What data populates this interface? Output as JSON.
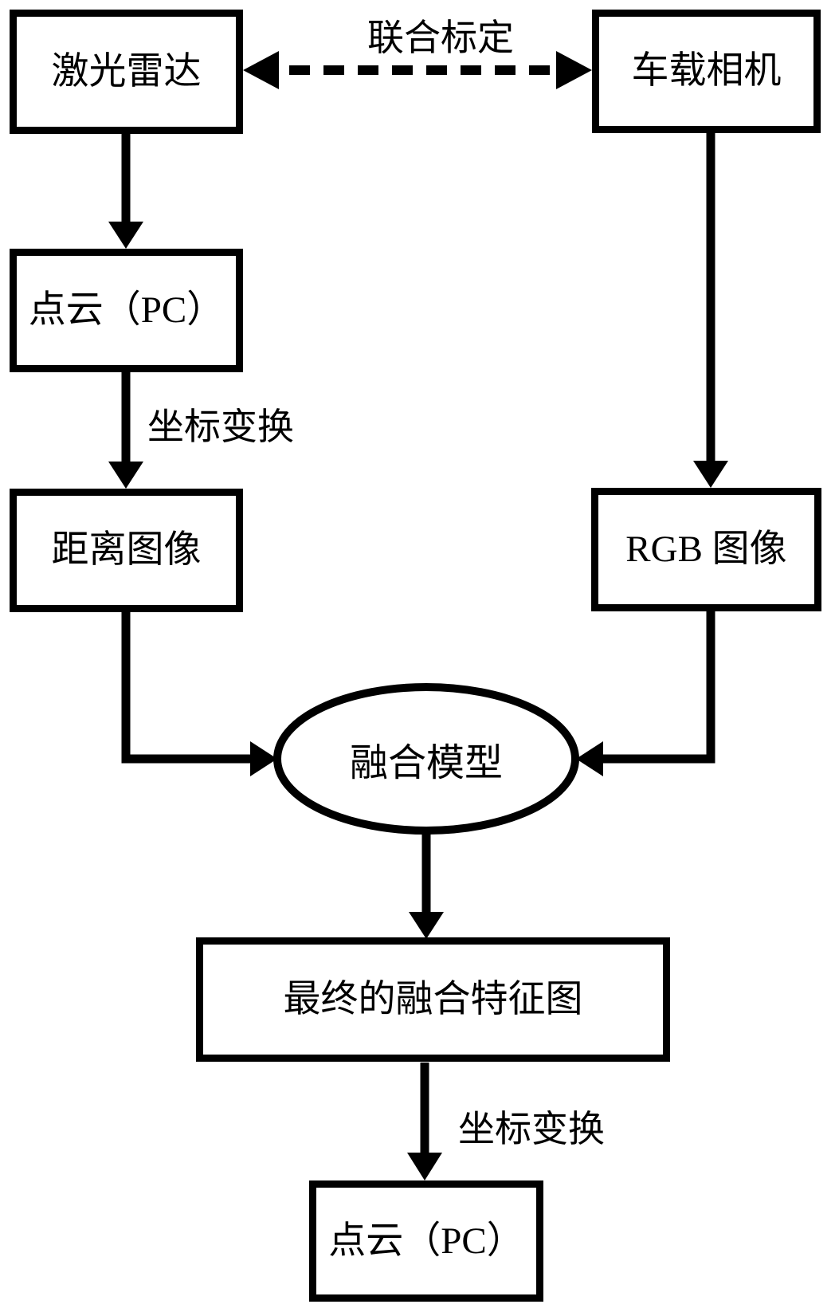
{
  "diagram": {
    "background_color": "#ffffff",
    "stroke_color": "#000000",
    "nodes": {
      "lidar": "激光雷达",
      "camera": "车载相机",
      "point_cloud_top": "点云（PC）",
      "range_image": "距离图像",
      "rgb_image": "RGB 图像",
      "fusion_model": "融合模型",
      "final_fused_feature_map": "最终的融合特征图",
      "point_cloud_bottom": "点云（PC）"
    },
    "edge_labels": {
      "joint_calibration": "联合标定",
      "coordinate_transform_left": "坐标变换",
      "coordinate_transform_bottom": "坐标变换"
    }
  }
}
